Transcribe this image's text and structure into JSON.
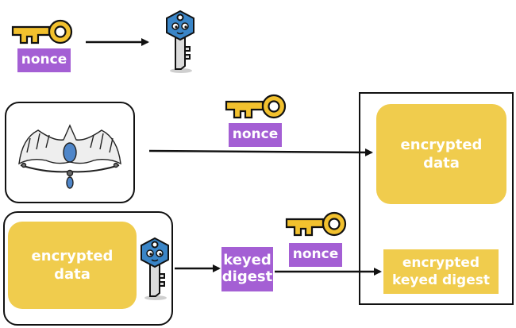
{
  "row1": {
    "nonce_label": "nonce"
  },
  "row2": {
    "nonce_label": "nonce"
  },
  "row3": {
    "input_label": "encrypted\ndata",
    "keyed_digest_label": "keyed\ndigest",
    "nonce_label": "nonce"
  },
  "output": {
    "encrypted_data_label": "encrypted\ndata",
    "encrypted_keyed_digest_label": "encrypted\nkeyed digest"
  },
  "icons": {
    "gold_key": "golden-key-icon",
    "blue_key": "blue-cartoon-key-icon",
    "diadem": "diadem-icon"
  },
  "colors": {
    "purple": "#a45fd4",
    "gold": "#f0cc4d",
    "key_gold": "#f2c12e",
    "key_blue": "#3a85c7"
  }
}
